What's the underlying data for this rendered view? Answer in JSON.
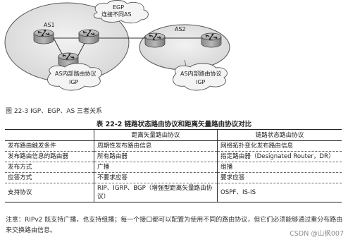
{
  "figure": {
    "egp_label": "EGP",
    "egp_sublabel": "连接不同AS",
    "as1_label": "AS1",
    "as2_label": "AS2",
    "igp_left_line1": "AS内部路由协议",
    "igp_left_line2": "IGP",
    "igp_right_line1": "AS内部路由协议",
    "igp_right_line2": "IGP",
    "caption": "图 22-3   IGP、EGP、AS 三者关系"
  },
  "table": {
    "title": "表 22-2   链路状态路由协议和距离矢量路由协议对比",
    "headers": [
      "",
      "距离矢量路由协议",
      "链路状态路由协议"
    ],
    "rows": [
      {
        "name": "发布路由触发条件",
        "dv": "周期性发布路由信息",
        "ls": "网络拓扑变化发布路由信息"
      },
      {
        "name": "发布路由信息的路由器",
        "dv": "所有路由器",
        "ls": "指定路由器（Designated Router，DR）"
      },
      {
        "name": "发布方式",
        "dv": "广播",
        "ls": "组播"
      },
      {
        "name": "应答方式",
        "dv": "不要求应答",
        "ls": "要求应答"
      },
      {
        "name": "支持协议",
        "dv": "RIP、IGRP、BGP（增强型距离矢量路由协议）",
        "ls": "OSPF、IS-IS"
      }
    ]
  },
  "note": "注意：RIPv2 既支持广播，也支持组播；每一个接口都可以配置为使用不同的路由协议，但它们必须能够通过重分布路由来交换路由信息。",
  "watermark": "CSDN @山枫007",
  "colors": {
    "cloud_fill": "#e7e7e7",
    "cloud_stroke": "#555555",
    "router_fill": "#a9a9a9",
    "router_stroke": "#333333"
  },
  "icons": [
    "router-icon",
    "cloud-shape"
  ]
}
